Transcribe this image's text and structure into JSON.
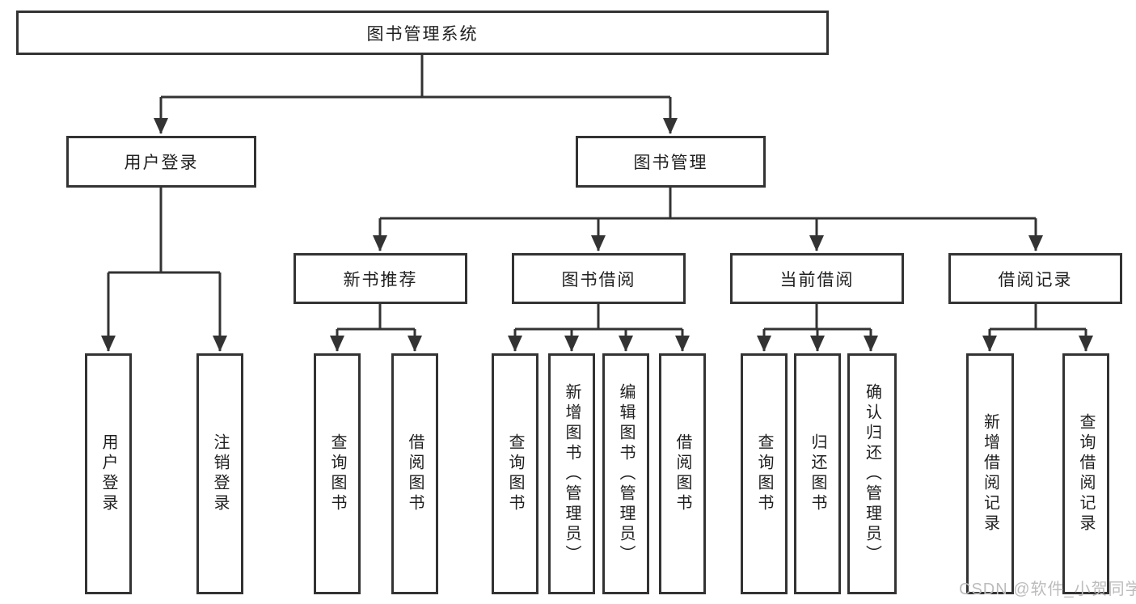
{
  "diagram": {
    "title": "图书管理系统",
    "colors": {
      "line": "#333333",
      "box_border": "#333333",
      "box_fill": "#ffffff",
      "text": "#1f1f1f",
      "background": "#ffffff",
      "watermark": "#bcbcbc"
    },
    "root": {
      "label": "图书管理系统"
    },
    "level1": [
      {
        "label": "用户登录"
      },
      {
        "label": "图书管理"
      }
    ],
    "level2": [
      {
        "label": "新书推荐",
        "parent": "图书管理"
      },
      {
        "label": "图书借阅",
        "parent": "图书管理"
      },
      {
        "label": "当前借阅",
        "parent": "图书管理"
      },
      {
        "label": "借阅记录",
        "parent": "图书管理"
      }
    ],
    "leaves": [
      {
        "label": "用户登录",
        "parent": "用户登录"
      },
      {
        "label": "注销登录",
        "parent": "用户登录"
      },
      {
        "label": "查询图书",
        "parent": "新书推荐"
      },
      {
        "label": "借阅图书",
        "parent": "新书推荐"
      },
      {
        "label": "查询图书",
        "parent": "图书借阅"
      },
      {
        "label": "新增图书（管理员）",
        "parent": "图书借阅"
      },
      {
        "label": "编辑图书（管理员）",
        "parent": "图书借阅"
      },
      {
        "label": "借阅图书",
        "parent": "图书借阅"
      },
      {
        "label": "查询图书",
        "parent": "当前借阅"
      },
      {
        "label": "归还图书",
        "parent": "当前借阅"
      },
      {
        "label": "确认归还（管理员）",
        "parent": "当前借阅"
      },
      {
        "label": "新增借阅记录",
        "parent": "借阅记录"
      },
      {
        "label": "查询借阅记录",
        "parent": "借阅记录"
      }
    ],
    "watermark": "CSDN @软件_小贺同学"
  }
}
